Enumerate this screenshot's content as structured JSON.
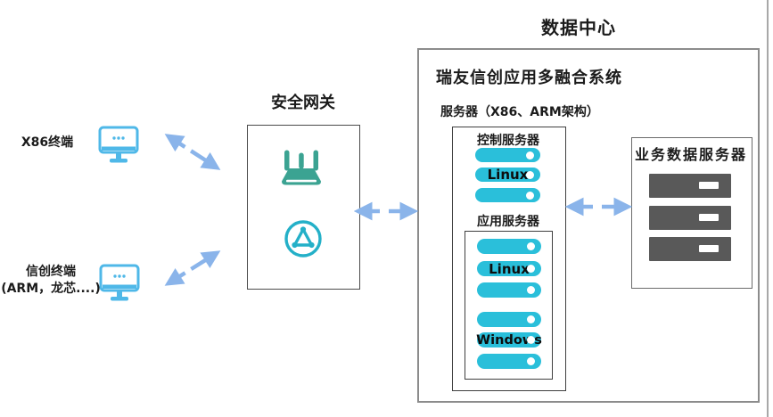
{
  "terminals": {
    "x86": {
      "label": "X86终端"
    },
    "xinchuang": {
      "label": "信创终端",
      "sublabel": "(ARM，龙芯....)"
    }
  },
  "gateway": {
    "title": "安全网关"
  },
  "datacenter": {
    "title": "数据中心",
    "system_title": "瑞友信创应用多融合系统",
    "servers_title": "服务器（X86、ARM架构）",
    "control_server": {
      "title": "控制服务器",
      "bars": [
        "",
        "Linux",
        ""
      ]
    },
    "app_server": {
      "title": "应用服务器",
      "cluster1_bars": [
        "",
        "Linux",
        ""
      ],
      "cluster2_bars": [
        "",
        "Windows",
        ""
      ]
    },
    "business_server": {
      "title": "业务数据服务器",
      "bar_count": 3
    }
  },
  "icons": {
    "terminal": "monitor-icon",
    "gateway_device": "wireless-router-icon",
    "gateway_network": "triangle-network-icon",
    "connections": "dashed-double-arrow"
  },
  "colors": {
    "server_bar_cyan": "#2abfda",
    "terminal_blue": "#4fb8e8",
    "router_teal": "#3ba392",
    "network_icon_cyan": "#24b0c8",
    "arrow_blue": "#8ab4ea",
    "dark_server_gray": "#595959"
  }
}
